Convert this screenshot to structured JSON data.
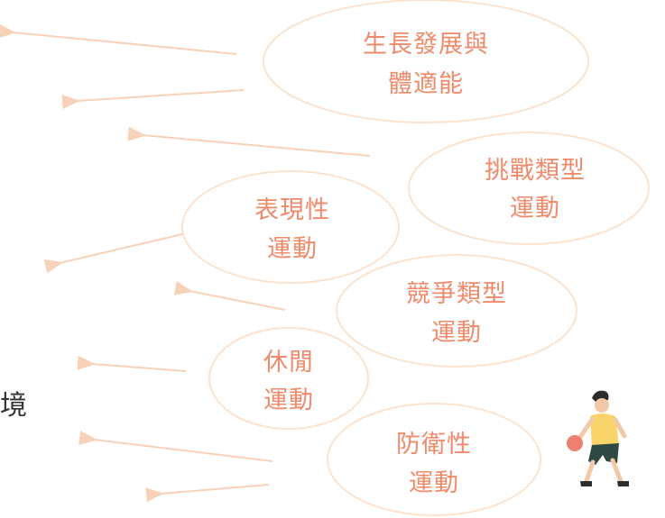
{
  "colors": {
    "bubble_text": "#f08a6a",
    "bubble_stroke": "#fbe3cf",
    "arrow": "#f7d2b8",
    "edge_text": "#333333"
  },
  "edge_text": "境",
  "bubbles": [
    {
      "lines": [
        "生長發展與",
        "體適能"
      ]
    },
    {
      "lines": [
        "挑戰類型",
        "運動"
      ]
    },
    {
      "lines": [
        "表現性",
        "運動"
      ]
    },
    {
      "lines": [
        "競爭類型",
        "運動"
      ]
    },
    {
      "lines": [
        "休閒",
        "運動"
      ]
    },
    {
      "lines": [
        "防衛性",
        "運動"
      ]
    }
  ],
  "illustration": {
    "icon": "basketball-player-icon"
  }
}
